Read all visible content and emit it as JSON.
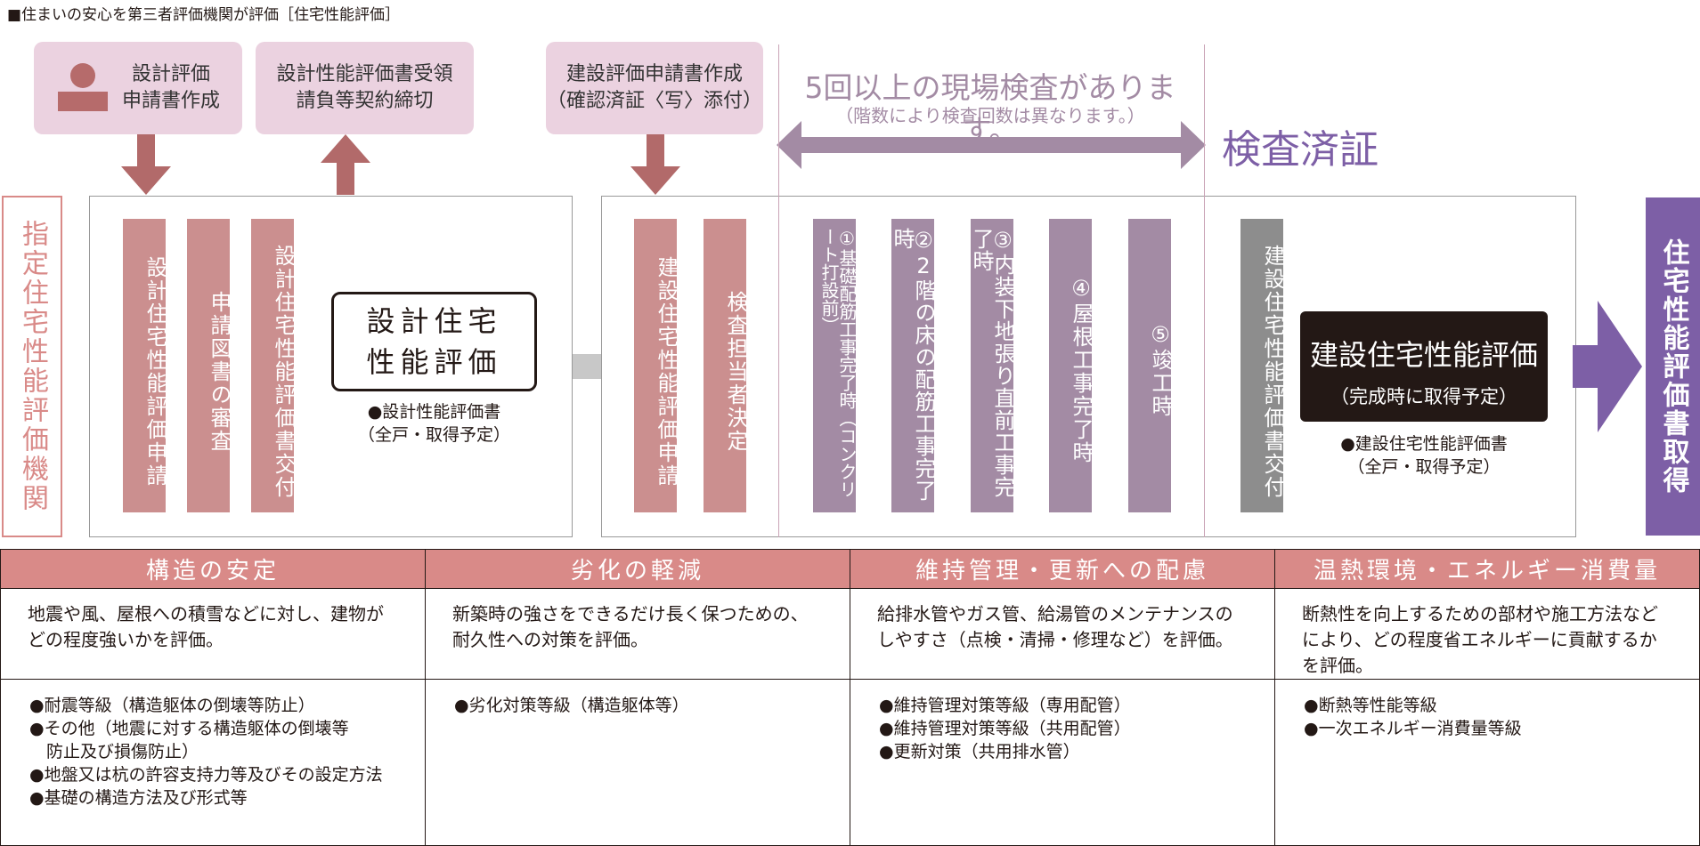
{
  "caption": "■住まいの安心を第三者評価機関が評価［住宅性能評価］",
  "top_boxes": {
    "box1": "設計評価\n申請書作成",
    "box2": "設計性能評価書受領\n請負等契約締切",
    "box3": "建設評価申請書作成\n（確認済証〈写〉添付）"
  },
  "inspection": {
    "title": "5回以上の現場検査があります。",
    "subtitle": "（階数により検査回数は異なります。）"
  },
  "kensa_zumi": "検査済証",
  "left_vertical": "指定住宅性能評価機関",
  "right_vertical": "住宅性能評価書取得",
  "design_columns": [
    "設計住宅性能評価申請",
    "申請図書の審査",
    "設計住宅性能評価書交付"
  ],
  "design_result": {
    "title": "設計住宅\n性能評価",
    "note": "●設計性能評価書\n（全戸・取得予定）"
  },
  "construction_columns": [
    "建設住宅性能評価申請",
    "検査担当者決定"
  ],
  "inspection_columns": [
    "①基礎配筋工事完了時（コンクリート打設前）",
    "②2階の床の配筋工事完了時",
    "③内装下地張り直前工事完了時",
    "④屋根工事完了時",
    "⑤竣工時"
  ],
  "issue_column": "建設住宅性能評価書交付",
  "construction_result": {
    "title": "建設住宅性能評価",
    "sub": "（完成時に取得予定）",
    "note": "●建設住宅性能評価書\n（全戸・取得予定）"
  },
  "categories": [
    {
      "header": "構造の安定",
      "desc": "地震や風、屋根への積雪などに対し、建物がどの程度強いかを評価。",
      "items": [
        "●耐震等級（構造躯体の倒壊等防止）",
        "●その他（地震に対する構造躯体の倒壊等\n　防止及び損傷防止）",
        "●地盤又は杭の許容支持力等及びその設定方法",
        "●基礎の構造方法及び形式等"
      ]
    },
    {
      "header": "劣化の軽減",
      "desc": "新築時の強さをできるだけ長く保つための、耐久性への対策を評価。",
      "items": [
        "●劣化対策等級（構造躯体等）"
      ]
    },
    {
      "header": "維持管理・更新への配慮",
      "desc": "給排水管やガス管、給湯管のメンテナンスのしやすさ（点検・清掃・修理など）を評価。",
      "items": [
        "●維持管理対策等級（専用配管）",
        "●維持管理対策等級（共用配管）",
        "●更新対策（共用排水管）"
      ]
    },
    {
      "header": "温熱環境・エネルギー消費量",
      "desc": "断熱性を向上するための部材や施工方法などにより、どの程度省エネルギーに貢献するかを評価。",
      "items": [
        "●断熱等性能等級",
        "●一次エネルギー消費量等級"
      ]
    }
  ],
  "colors": {
    "pink": "#cb8f8f",
    "mauve": "#a38ba4",
    "purple": "#7d5fa6",
    "arrow": "#b26a6a",
    "header": "#d98a88"
  }
}
